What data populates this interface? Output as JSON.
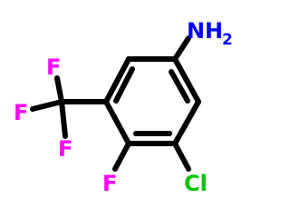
{
  "molecule": {
    "atoms": {
      "amine_n": "N",
      "amine_h": "H",
      "amine_subscript": "2",
      "cf3_f_top": "F",
      "cf3_f_left": "F",
      "cf3_f_bottom": "F",
      "ring_f": "F",
      "ring_cl": "Cl"
    },
    "colors": {
      "bond": "#000000",
      "nitrogen": "#0000ff",
      "fluorine": "#ff00ff",
      "chlorine": "#00c400",
      "background": "#ffffff"
    }
  }
}
